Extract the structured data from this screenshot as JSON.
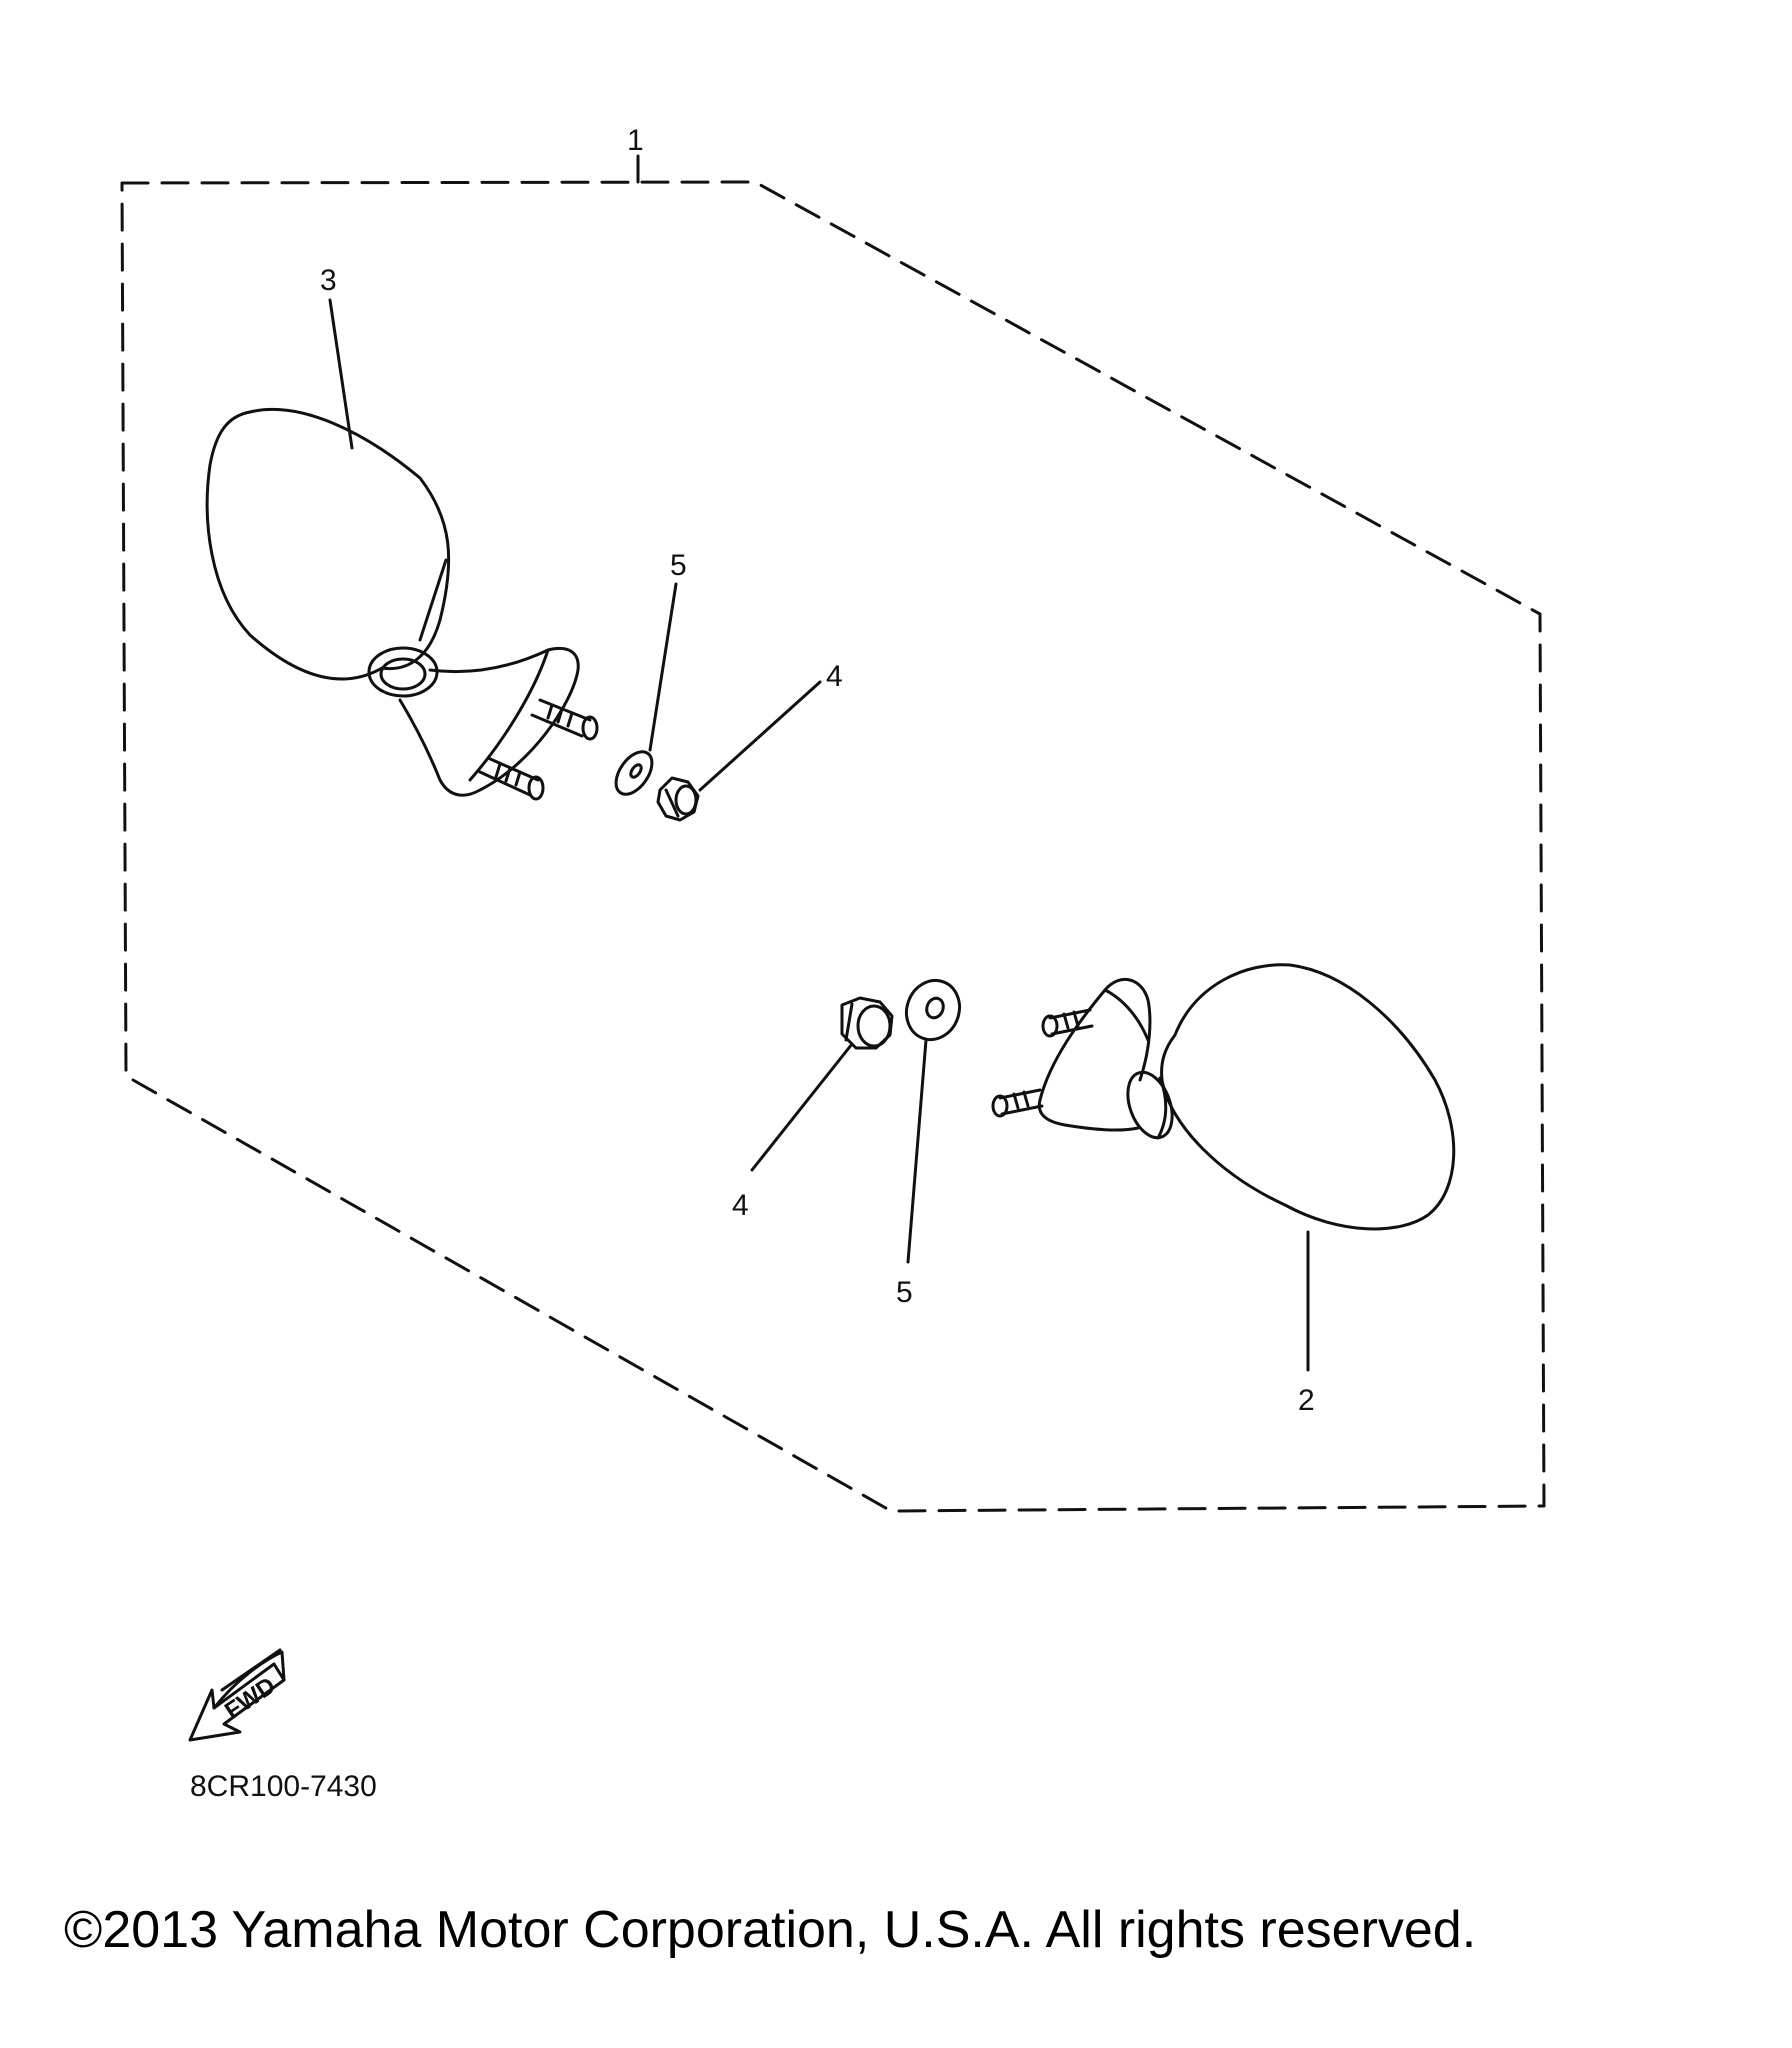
{
  "diagram": {
    "callouts": [
      "1",
      "2",
      "3",
      "4",
      "4",
      "5",
      "5"
    ],
    "parts": [
      {
        "ref": "1",
        "name": "mirror-assembly-kit"
      },
      {
        "ref": "2",
        "name": "right-mirror"
      },
      {
        "ref": "3",
        "name": "left-mirror"
      },
      {
        "ref": "4",
        "name": "nut"
      },
      {
        "ref": "5",
        "name": "washer"
      }
    ],
    "fwd_label": "FWD",
    "diagram_code": "8CR100-7430"
  },
  "footer": {
    "copyright": "©2013 Yamaha Motor Corporation, U.S.A. All rights reserved."
  },
  "colors": {
    "line": "#111111",
    "background": "#ffffff"
  }
}
